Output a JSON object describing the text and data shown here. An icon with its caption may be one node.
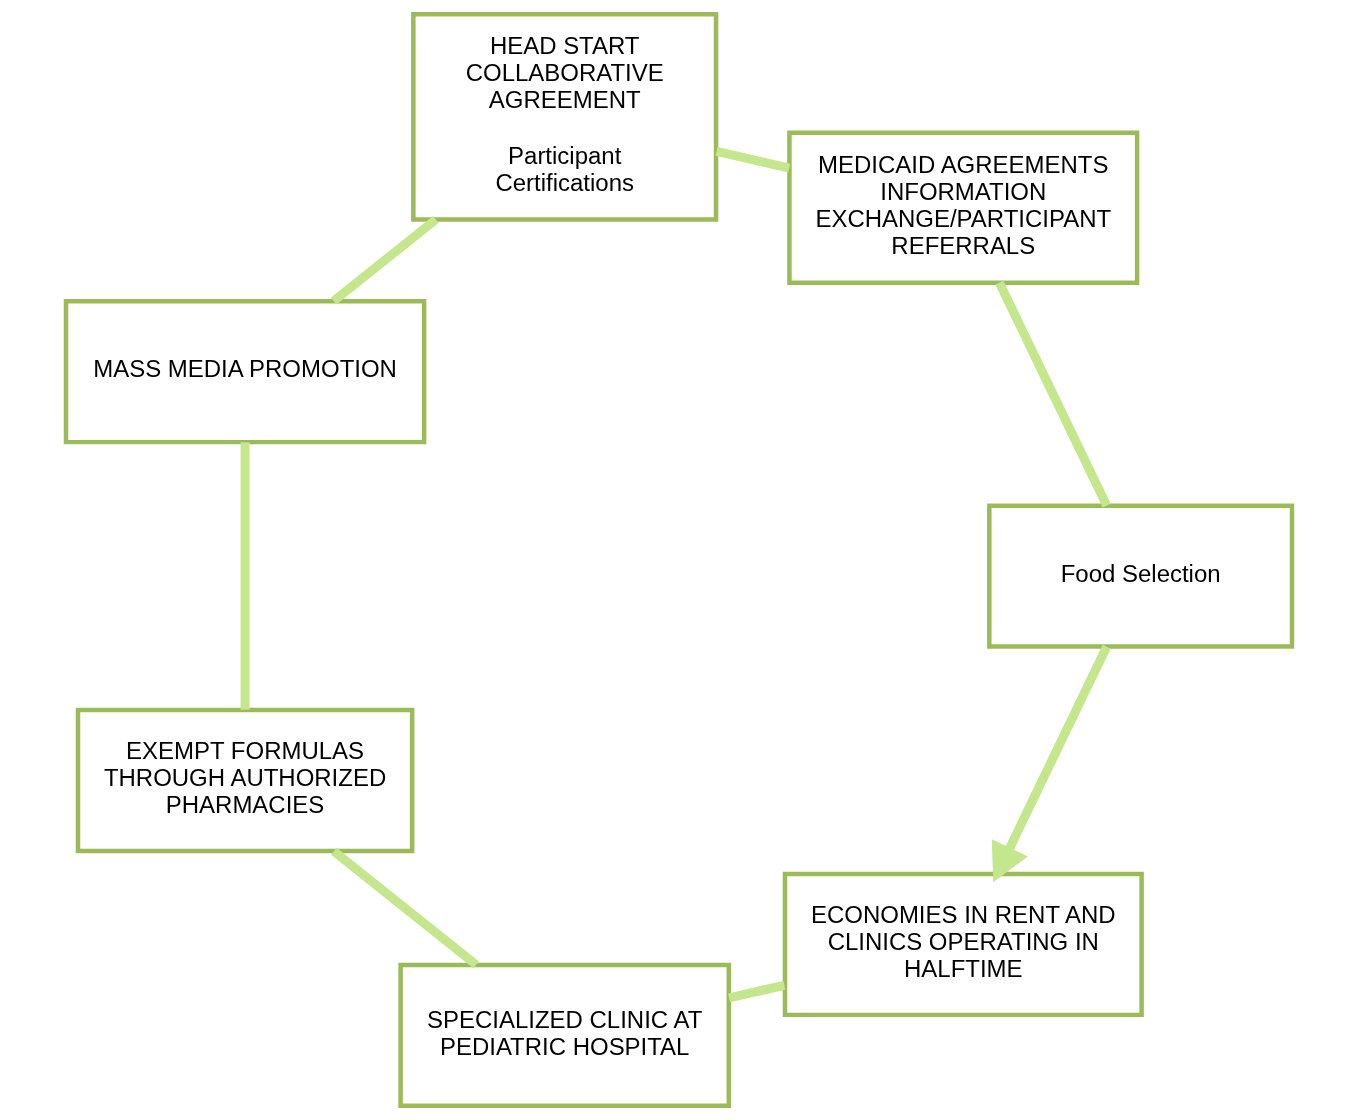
{
  "diagram": {
    "nodes": [
      {
        "text": [
          "ECONOMIES IN RENT AND CLINICS OPERATING IN HALFTIME"
        ]
      },
      {
        "text": [
          "SPECIALIZED CLINIC AT PEDIATRIC HOSPITAL"
        ]
      },
      {
        "text": [
          "EXEMPT FORMULAS THROUGH AUTHORIZED PHARMACIES"
        ]
      },
      {
        "text": [
          "MASS MEDIA PROMOTION"
        ]
      },
      {
        "text": [
          "HEAD START COLLABORATIVE AGREEMENT",
          "Participant Certifications"
        ]
      },
      {
        "text": [
          "MEDICAID AGREEMENTS INFORMATION EXCHANGE/PARTICIPANT REFERRALS"
        ]
      },
      {
        "text": [
          "Food Selection"
        ]
      }
    ],
    "edges": [
      {
        "from": 0,
        "to": 1,
        "arrow": "none"
      },
      {
        "from": 1,
        "to": 2,
        "arrow": "none"
      },
      {
        "from": 2,
        "to": 3,
        "arrow": "none"
      },
      {
        "from": 3,
        "to": 4,
        "arrow": "none"
      },
      {
        "from": 4,
        "to": 5,
        "arrow": "none"
      },
      {
        "from": 5,
        "to": 6,
        "arrow": "none"
      },
      {
        "from": 6,
        "to": 0,
        "arrow": "to"
      }
    ]
  }
}
